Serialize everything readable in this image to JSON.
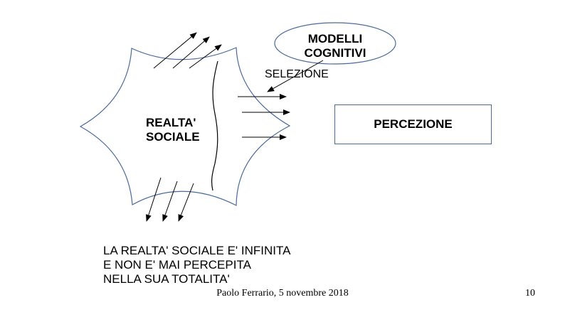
{
  "slide": {
    "shapes": {
      "star_label_line1": "REALTA'",
      "star_label_line2": "SOCIALE",
      "ellipse_label_line1": "MODELLI",
      "ellipse_label_line2": "COGNITIVI",
      "selection_label": "SELEZIONE",
      "box_label": "PERCEZIONE"
    },
    "caption": {
      "line1": "LA REALTA' SOCIALE E' INFINITA",
      "line2": "E NON E' MAI PERCEPITA",
      "line3": "NELLA SUA TOTALITA'"
    },
    "footer": {
      "text": "Paolo Ferrario, 5 novembre 2018",
      "page_number": "10"
    },
    "colors": {
      "shape_outline": "#4a6a9a",
      "text": "#000000"
    }
  }
}
